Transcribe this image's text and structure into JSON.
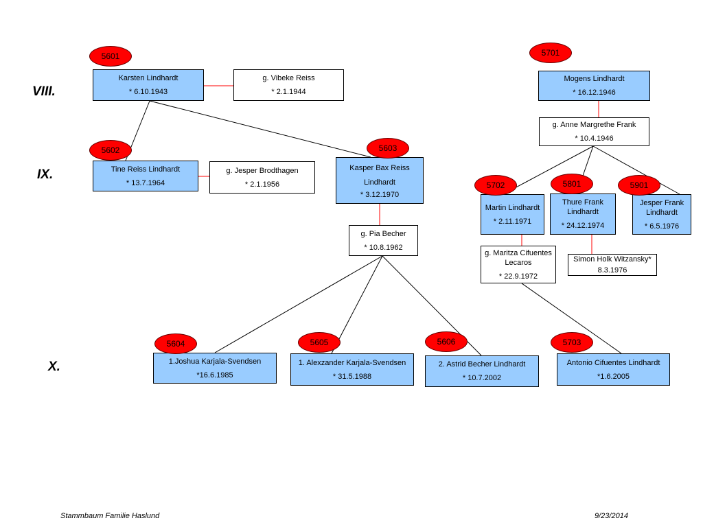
{
  "generations": {
    "g8": "VIII.",
    "g9": "IX.",
    "g10": "X."
  },
  "badges": {
    "b5601": "5601",
    "b5602": "5602",
    "b5603": "5603",
    "b5604": "5604",
    "b5605": "5605",
    "b5606": "5606",
    "b5701": "5701",
    "b5702": "5702",
    "b5703": "5703",
    "b5801": "5801",
    "b5901": "5901"
  },
  "people": {
    "karsten": {
      "name": "Karsten Lindhardt",
      "date": "* 6.10.1943"
    },
    "vibeke": {
      "name": "g. Vibeke Reiss",
      "date": "* 2.1.1944"
    },
    "tine": {
      "name": "Tine Reiss Lindhardt",
      "date": "* 13.7.1964"
    },
    "jesper_b": {
      "name": "g. Jesper Brodthagen",
      "date": "* 2.1.1956"
    },
    "kasper": {
      "name": "Kasper Bax Reiss Lindhardt",
      "date": "* 3.12.1970"
    },
    "pia": {
      "name": "g. Pia Becher",
      "date": "* 10.8.1962"
    },
    "joshua": {
      "name": "1.Joshua Karjala-Svendsen",
      "date": "*16.6.1985"
    },
    "alexzander": {
      "name": "1. Alexzander Karjala-Svendsen",
      "date": "* 31.5.1988"
    },
    "astrid": {
      "name": "2. Astrid Becher Lindhardt",
      "date": "* 10.7.2002"
    },
    "mogens": {
      "name": "Mogens Lindhardt",
      "date": "* 16.12.1946"
    },
    "anne": {
      "name": "g. Anne Margrethe Frank",
      "date": "* 10.4.1946"
    },
    "martin": {
      "name": "Martin Lindhardt",
      "date": "* 2.11.1971"
    },
    "thure": {
      "name": "Thure Frank Lindhardt",
      "date": "* 24.12.1974"
    },
    "jesper_f": {
      "name": "Jesper Frank Lindhardt",
      "date": "* 6.5.1976"
    },
    "maritza": {
      "name": "g. Maritza Cifuentes Lecaros",
      "date": "* 22.9.1972"
    },
    "simon": {
      "name": "Simon Holk Witzansky*",
      "date": "8.3.1976"
    },
    "antonio": {
      "name": "Antonio Cifuentes Lindhardt",
      "date": "*1.6.2005"
    }
  },
  "footer": {
    "title": "Stammbaum Familie Haslund",
    "date": "9/23/2014"
  },
  "colors": {
    "person_fill": "#99ccff",
    "badge_fill": "#ff0000",
    "marriage_line": "#ff0000",
    "descent_line": "#000000"
  }
}
